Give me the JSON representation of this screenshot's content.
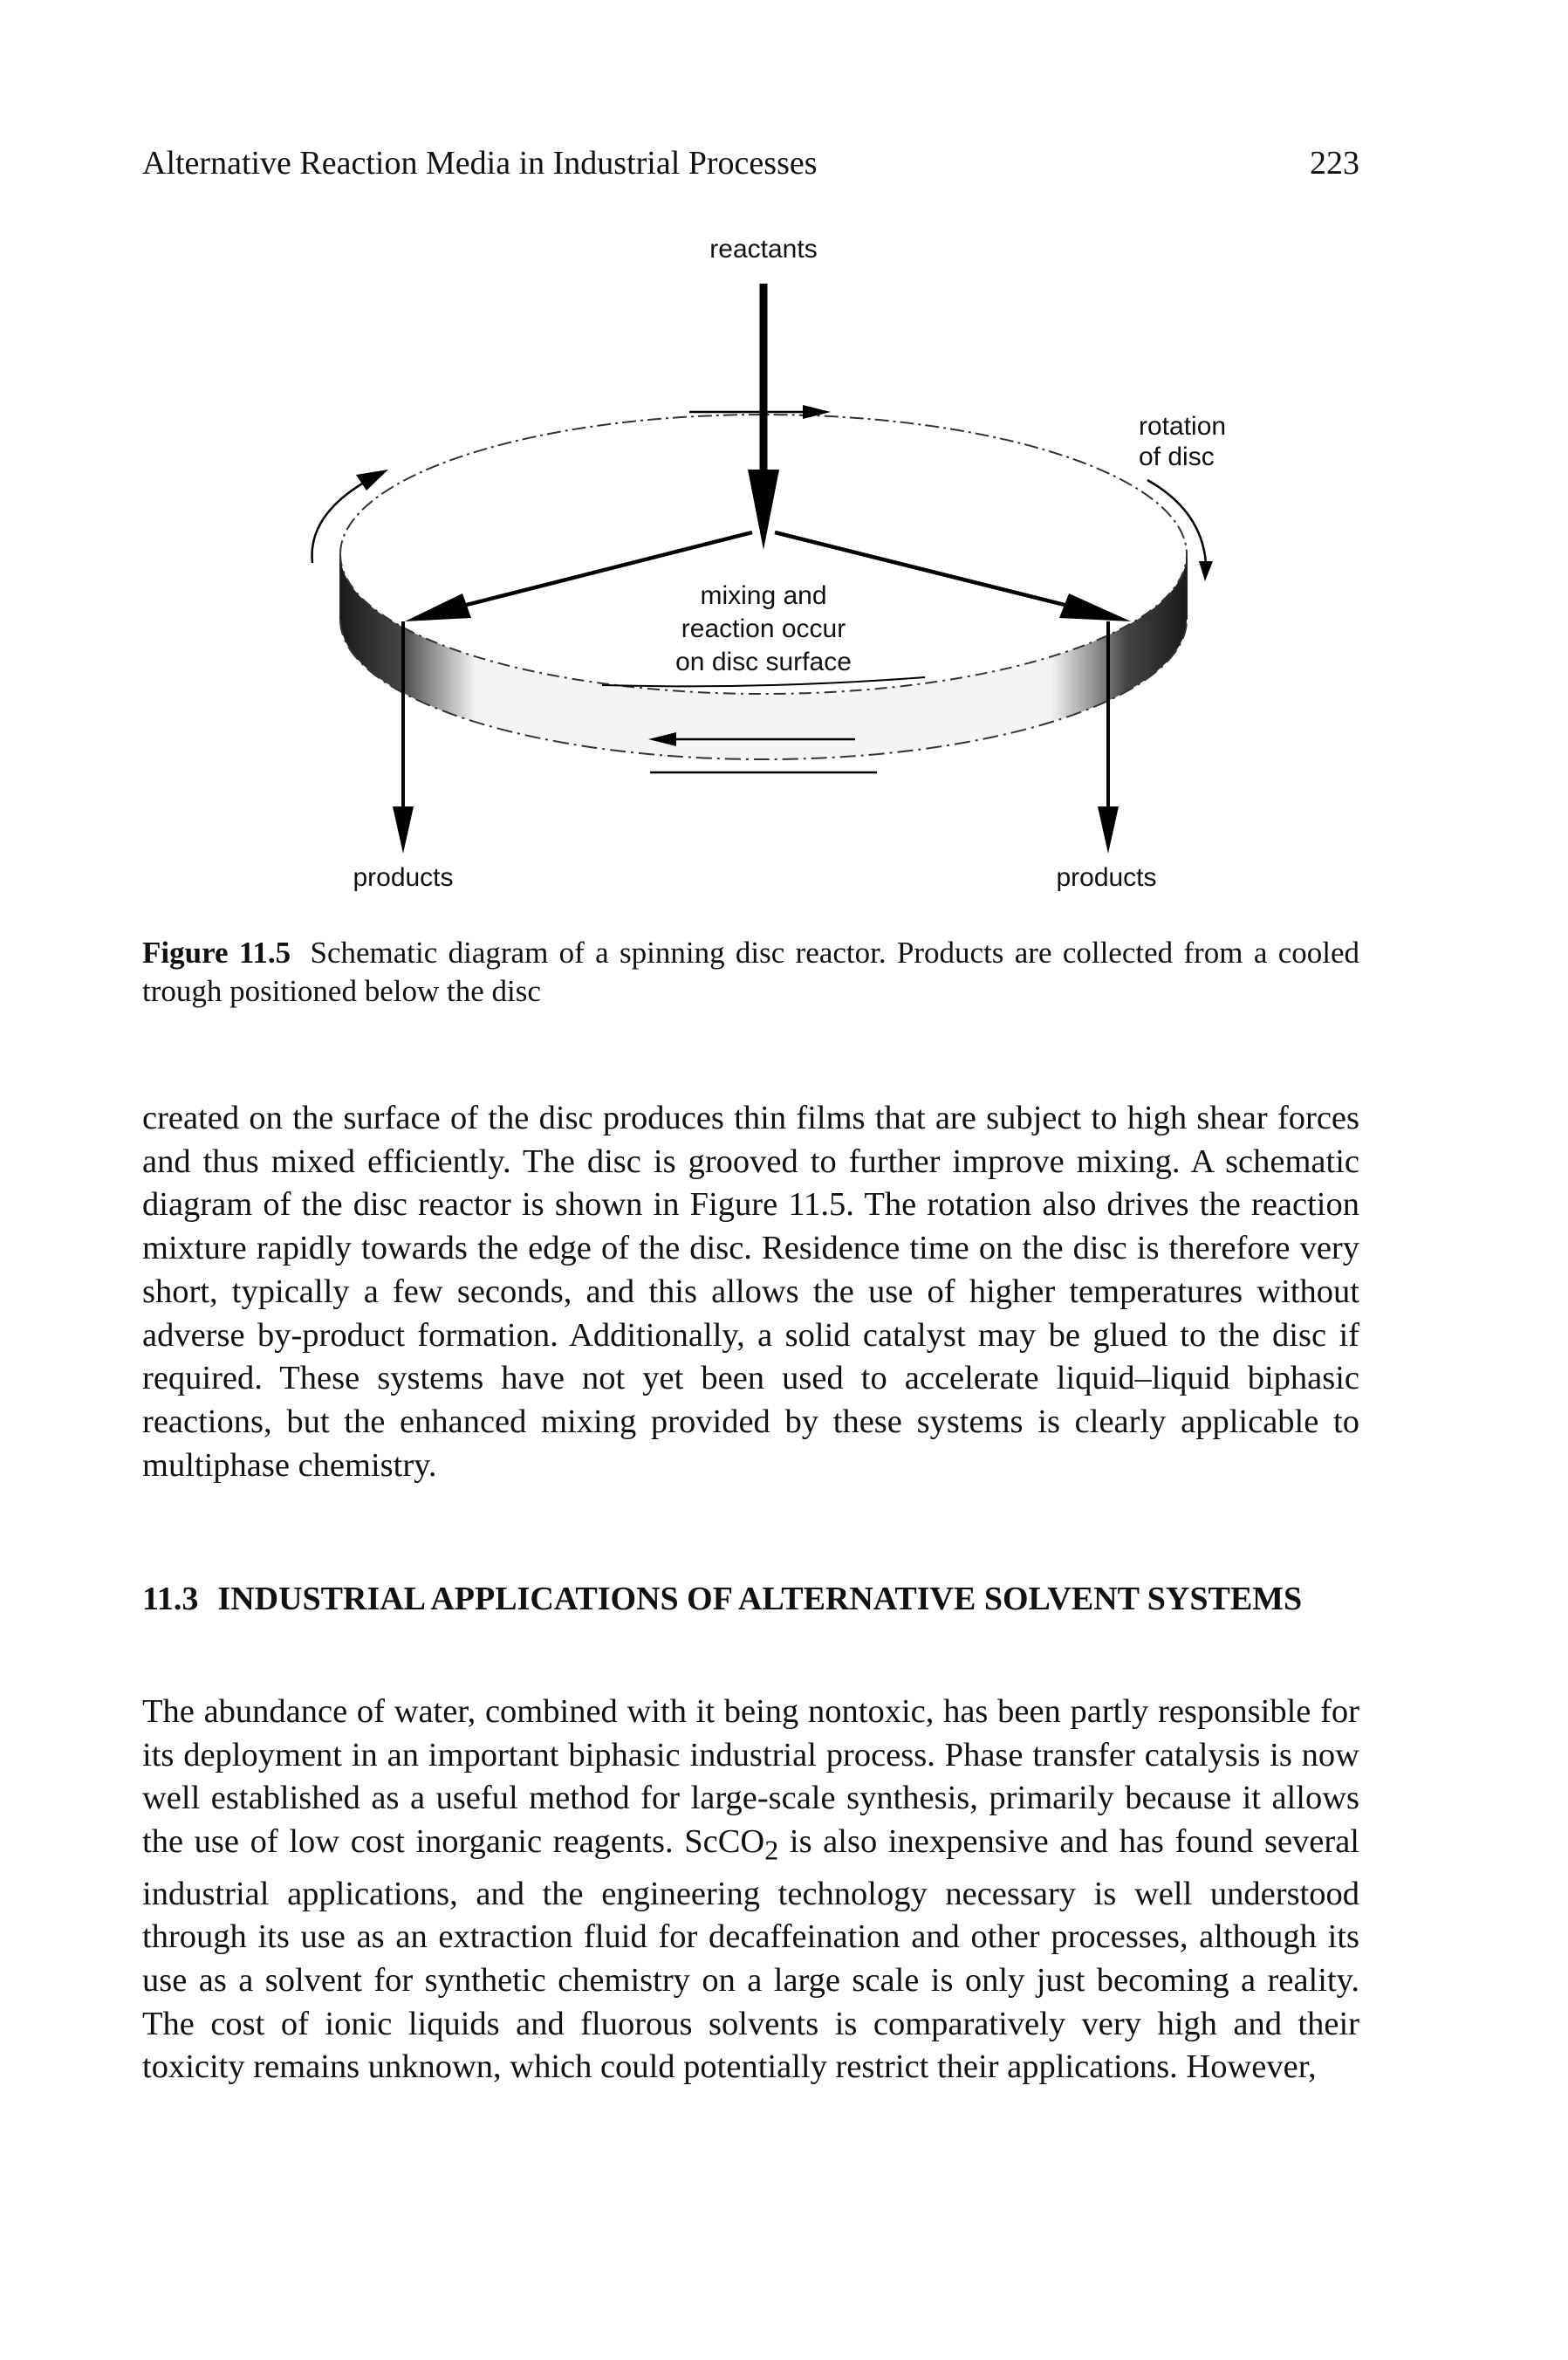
{
  "running_head": {
    "title": "Alternative Reaction Media in Industrial Processes",
    "page_number": "223"
  },
  "figure": {
    "labels": {
      "reactants": "reactants",
      "rotation_line1": "rotation",
      "rotation_line2": "of disc",
      "center_line1": "mixing and",
      "center_line2": "reaction occur",
      "center_line3": "on disc surface",
      "products_left": "products",
      "products_right": "products"
    },
    "caption_label": "Figure 11.5",
    "caption_text": "Schematic diagram of a spinning disc reactor. Products are collected from a cooled trough positioned below the disc"
  },
  "paragraph_1": "created on the surface of the disc produces thin films that are subject to high shear forces and thus mixed efficiently. The disc is grooved to further improve mixing. A schematic diagram of the disc reactor is shown in Figure 11.5. The rotation also drives the reaction mixture rapidly towards the edge of the disc. Residence time on the disc is therefore very short, typically a few seconds, and this allows the use of higher temperatures without adverse by-product formation. Additionally, a solid catalyst may be glued to the disc if required. These systems have not yet been used to accelerate liquid–liquid biphasic reactions, but the enhanced mixing provided by these systems is clearly applicable to multiphase chemistry.",
  "section": {
    "number": "11.3",
    "title": "INDUSTRIAL APPLICATIONS OF ALTERNATIVE SOLVENT SYSTEMS"
  },
  "paragraph_2": {
    "before_subscript": "The abundance of water, combined with it being nontoxic, has been partly responsible for its deployment in an important biphasic industrial process. Phase transfer catalysis is now well established as a useful method for large-scale synthesis, primarily because it allows the use of low cost inorganic reagents. ScCO",
    "subscript": "2",
    "after_subscript": " is also inexpensive and has found several industrial applications, and the engineering technology necessary is well understood through its use as an extraction fluid for decaffeination and other processes, although its use as a solvent for synthetic chemistry on a large scale is only just becoming a reality. The cost of ionic liquids and fluorous solvents is comparatively very high and their toxicity remains unknown, which could potentially restrict their applications. However,"
  }
}
